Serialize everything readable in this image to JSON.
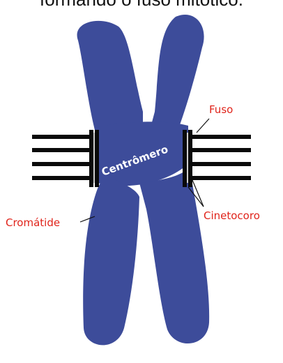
{
  "header": {
    "title": "formando o fuso mitótico."
  },
  "labels": {
    "centromere": "Centrômero",
    "spindle": "Fuso",
    "kinetochore": "Cinetocoro",
    "chromatid": "Cromátide"
  },
  "colors": {
    "chromosome": "#3d4c9a",
    "spindle_fibers": "#0a0a0a",
    "label_red": "#e0241b",
    "centromere_text": "#ffffff",
    "leader_line": "#111111"
  }
}
